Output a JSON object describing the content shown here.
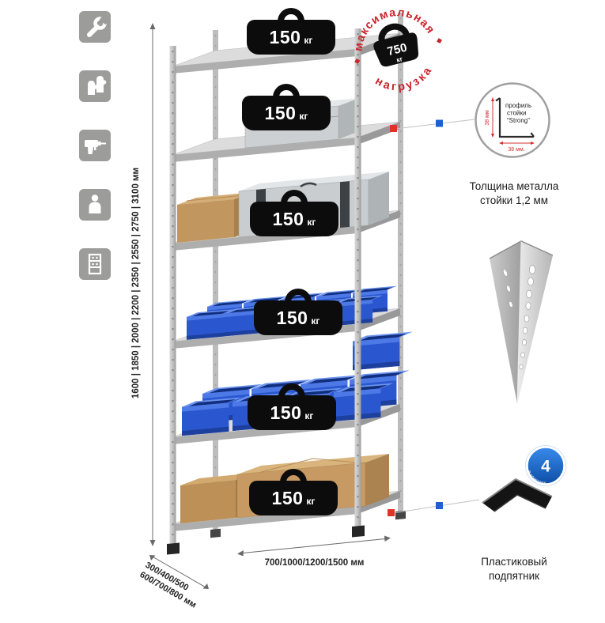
{
  "left_toolbar": {
    "icons": [
      {
        "name": "wrench"
      },
      {
        "name": "gloves"
      },
      {
        "name": "drill"
      },
      {
        "name": "person"
      },
      {
        "name": "shelving"
      }
    ]
  },
  "dimensions": {
    "height_options": "1600 | 1850 | 2000 | 2200 | 2350 | 2550 | 2750 | 3100 мм",
    "depth_options_line1": "300/400/500",
    "depth_options_line2": "600/700/800 мм",
    "width_options": "700/1000/1200/1500 мм"
  },
  "shelf_badges": [
    {
      "value": "150",
      "unit": "кг"
    },
    {
      "value": "150",
      "unit": "кг"
    },
    {
      "value": "150",
      "unit": "кг"
    },
    {
      "value": "150",
      "unit": "кг"
    },
    {
      "value": "150",
      "unit": "кг"
    },
    {
      "value": "150",
      "unit": "кг"
    }
  ],
  "max_load_stamp": {
    "arc_top": "максимальная",
    "arc_bottom": "нагрузка",
    "value": "750",
    "unit": "кг"
  },
  "profile_detail": {
    "label_line1": "профиль",
    "label_line2": "стойки",
    "label_line3": "“Strong”",
    "dim_vertical": "38 мм",
    "dim_horizontal": "38 мм.",
    "caption_line1": "Толщина металла",
    "caption_line2": "стойки 1,2 мм"
  },
  "foot_detail": {
    "badge_value": "4",
    "badge_arc": "в комплекте",
    "caption_line1": "Пластиковый",
    "caption_line2": "подпятник"
  },
  "colors": {
    "accent_red": "#cf2630",
    "accent_blue": "#1d5fd2",
    "bin_blue": "#2a57cf"
  }
}
